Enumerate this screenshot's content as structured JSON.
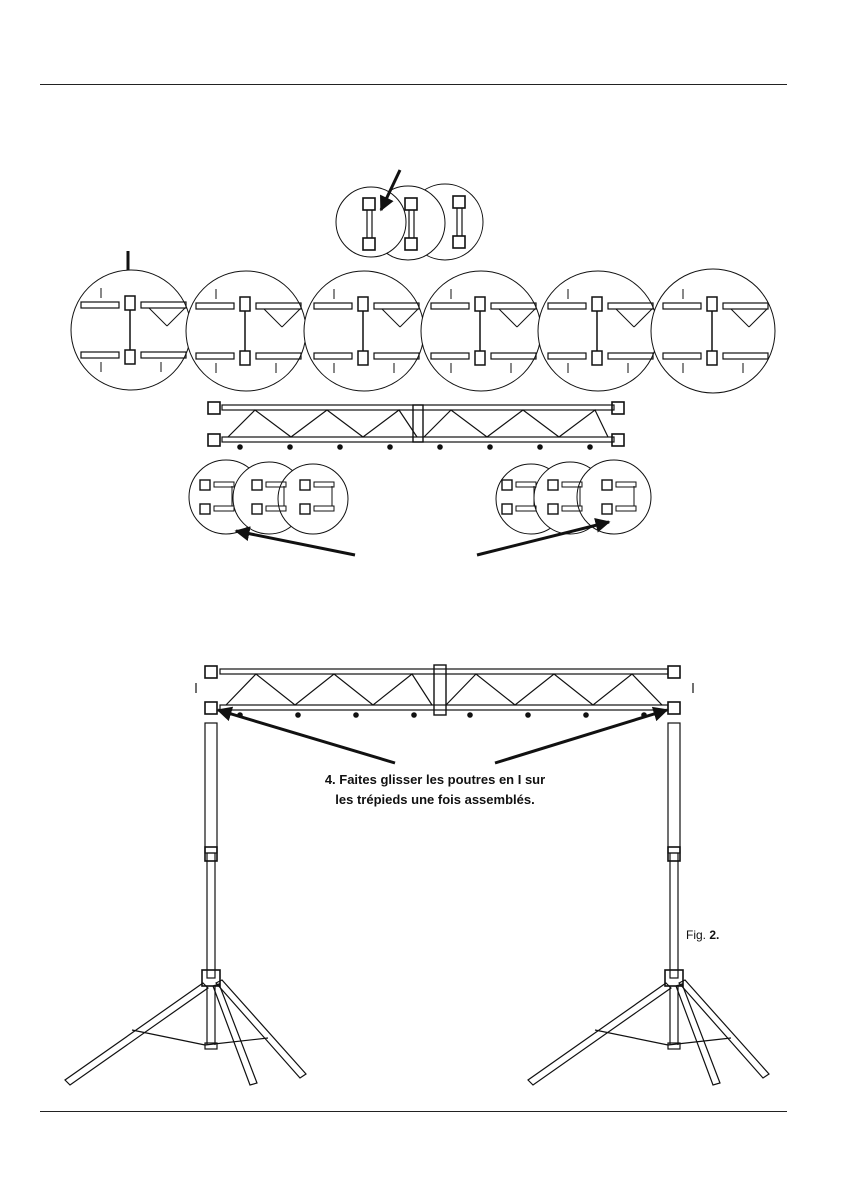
{
  "instruction": {
    "line1": "4. Faites glisser les poutres en I sur",
    "line2": "les trépieds une fois assemblés."
  },
  "figure": {
    "prefix": "Fig.",
    "number": "2."
  }
}
